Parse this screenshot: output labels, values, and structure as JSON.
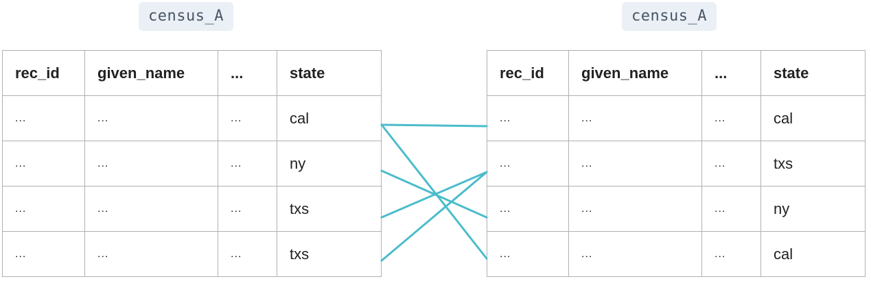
{
  "left_table": {
    "title": "census_A",
    "columns": [
      "rec_id",
      "given_name",
      "...",
      "state"
    ],
    "rows": [
      [
        "...",
        "...",
        "...",
        "cal"
      ],
      [
        "...",
        "...",
        "...",
        "ny"
      ],
      [
        "...",
        "...",
        "...",
        "txs"
      ],
      [
        "...",
        "...",
        "...",
        "txs"
      ]
    ]
  },
  "right_table": {
    "title": "census_A",
    "columns": [
      "rec_id",
      "given_name",
      "...",
      "state"
    ],
    "rows": [
      [
        "...",
        "...",
        "...",
        "cal"
      ],
      [
        "...",
        "...",
        "...",
        "txs"
      ],
      [
        "...",
        "...",
        "...",
        "ny"
      ],
      [
        "...",
        "...",
        "...",
        "cal"
      ]
    ]
  },
  "links": [
    {
      "from_row": 0,
      "to_row": 0
    },
    {
      "from_row": 0,
      "to_row": 3
    },
    {
      "from_row": 1,
      "to_row": 2
    },
    {
      "from_row": 2,
      "to_row": 1
    },
    {
      "from_row": 3,
      "to_row": 1
    }
  ],
  "colors": {
    "link": "#4bbccb",
    "border": "#b0b0b0",
    "title_bg": "#eaf0f6"
  }
}
